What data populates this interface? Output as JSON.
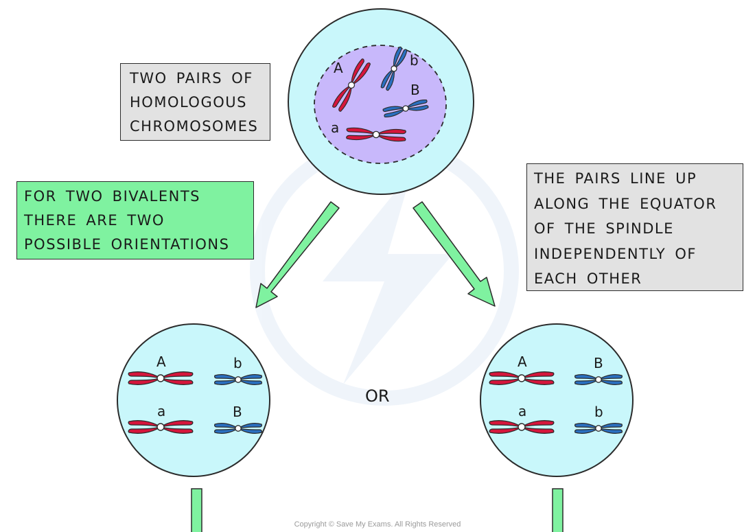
{
  "boxes": {
    "homologous": [
      "TWO PAIRS OF",
      "HOMOLOGOUS",
      "CHROMOSOMES"
    ],
    "bivalents": [
      "FOR TWO BIVALENTS",
      "THERE ARE TWO",
      "POSSIBLE ORIENTATIONS"
    ],
    "pairs": [
      "THE PAIRS LINE UP",
      "ALONG THE EQUATOR",
      "OF THE SPINDLE",
      "INDEPENDENTLY OF",
      "EACH OTHER"
    ]
  },
  "or_label": "OR",
  "copyright": "Copyright © Save My Exams. All Rights Reserved",
  "top_cell": {
    "labels": [
      "A",
      "b",
      "B",
      "a"
    ]
  },
  "left_cell": {
    "labels": [
      "A",
      "b",
      "a",
      "B"
    ]
  },
  "right_cell": {
    "labels": [
      "A",
      "B",
      "a",
      "b"
    ]
  },
  "colors": {
    "cell": "#c9f7fb",
    "nucleus": "#c8b8fb",
    "chromosome_red": "#d6163c",
    "chromosome_blue": "#2a6fc0",
    "arrow": "#7ff2a0",
    "box_green": "#7ff2a0",
    "box_grey": "#e2e2e2",
    "outline": "#2b2b2b"
  }
}
